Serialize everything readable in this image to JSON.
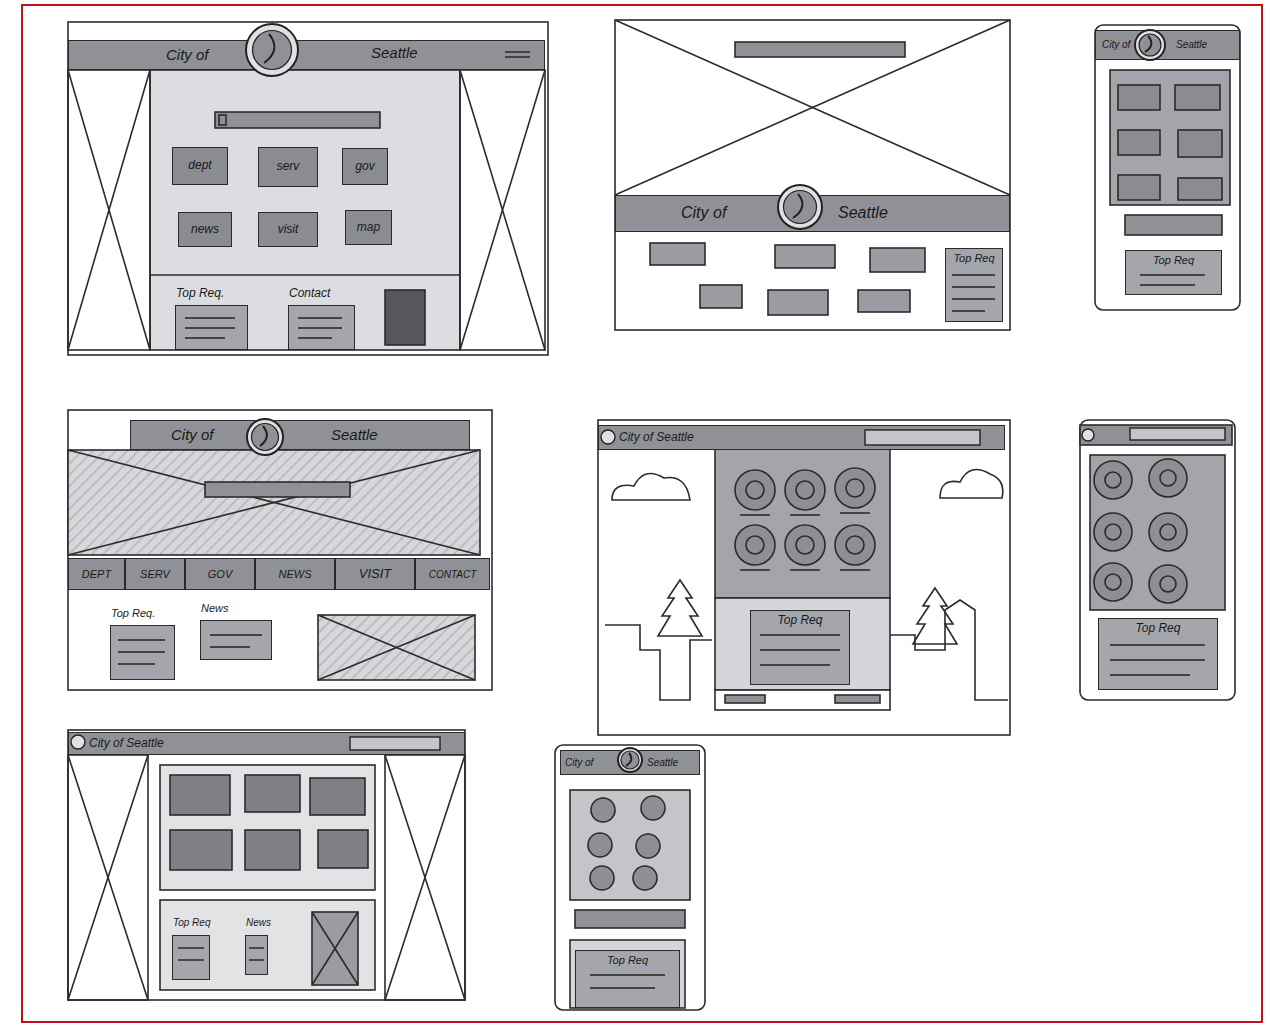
{
  "diagram": {
    "nodes": [
      {
        "text": [
          "City of",
          "Seattle"
        ]
      },
      {
        "text": [
          "dept"
        ]
      },
      {
        "text": [
          "serv"
        ]
      },
      {
        "text": [
          "gov"
        ]
      },
      {
        "text": [
          "news"
        ]
      },
      {
        "text": [
          "visit"
        ]
      },
      {
        "text": [
          "map"
        ]
      },
      {
        "text": [
          "Top Req."
        ]
      },
      {
        "text": [
          "Contact"
        ]
      },
      {
        "text": [
          "City of",
          "Seattle"
        ]
      },
      {
        "text": [
          "Top Req"
        ]
      },
      {
        "text": [
          "City of",
          "Seattle"
        ]
      },
      {
        "text": [
          "Top Req"
        ]
      },
      {
        "text": [
          "City of",
          "Seattle"
        ]
      },
      {
        "text": [
          "DEPT"
        ]
      },
      {
        "text": [
          "SERV"
        ]
      },
      {
        "text": [
          "GOV"
        ]
      },
      {
        "text": [
          "NEWS"
        ]
      },
      {
        "text": [
          "VISIT"
        ]
      },
      {
        "text": [
          "CONTACT"
        ]
      },
      {
        "text": [
          "Top Req."
        ]
      },
      {
        "text": [
          "News"
        ]
      },
      {
        "text": [
          "City of Seattle"
        ]
      },
      {
        "text": [
          "Top Req"
        ]
      },
      {
        "text": [
          "Top Req"
        ]
      },
      {
        "text": [
          "City of Seattle"
        ]
      },
      {
        "text": [
          "Top Req"
        ]
      },
      {
        "text": [
          "News"
        ]
      },
      {
        "text": [
          "City of",
          "Seattle"
        ]
      },
      {
        "text": [
          "Top Req"
        ]
      }
    ]
  }
}
